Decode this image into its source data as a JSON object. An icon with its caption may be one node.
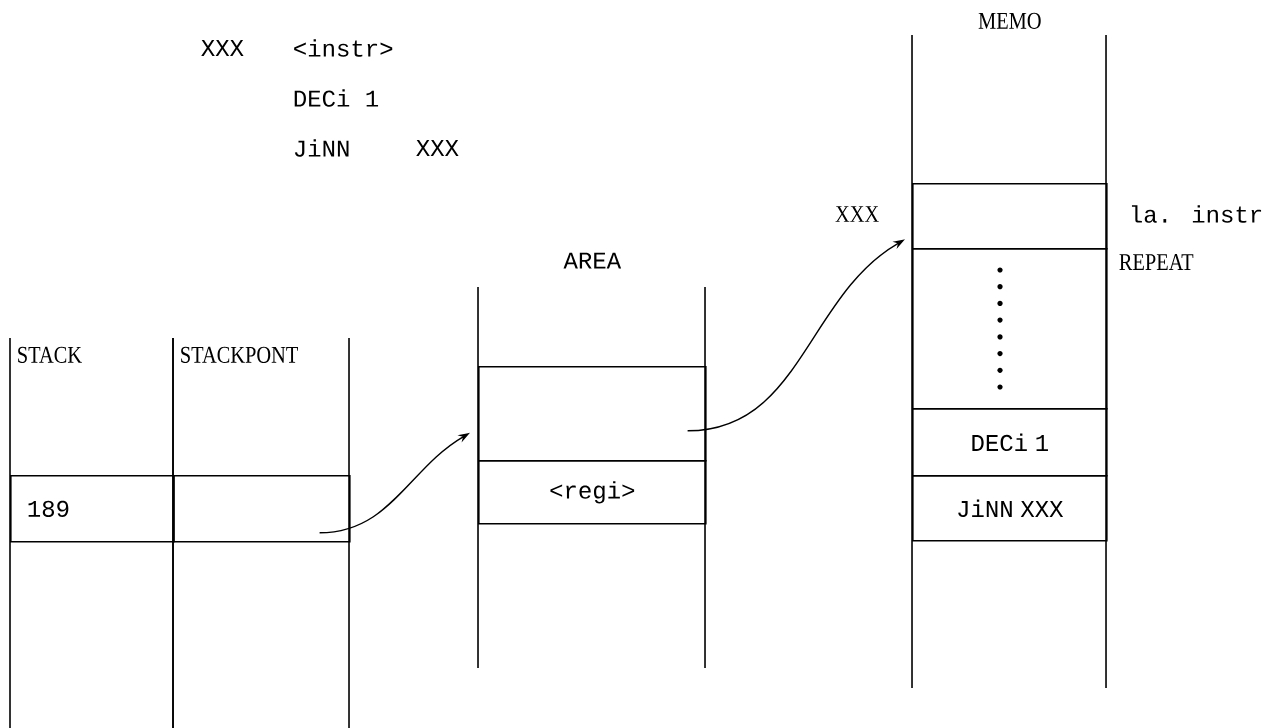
{
  "diagram": {
    "nodes": [
      {
        "text": [
          "STACK"
        ]
      },
      {
        "text": [
          "STACKPONT"
        ]
      },
      {
        "text": [
          "189"
        ],
        "in": 0
      },
      {
        "text": [],
        "shape": "box",
        "in": 1
      },
      {
        "text": [
          "AREA"
        ]
      },
      {
        "text": [],
        "shape": "box",
        "in": 4
      },
      {
        "text": [
          "<regi>"
        ],
        "in": 4
      },
      {
        "text": [
          "MEMO"
        ]
      },
      {
        "text": [],
        "shape": "box",
        "in": 7,
        "beside": [
          "XXX",
          "la. instr"
        ]
      },
      {
        "text": [],
        "shape": "box",
        "in": 7
      },
      {
        "text": [
          "DECi 1"
        ],
        "in": 7
      },
      {
        "text": [
          "JiNN XXX"
        ],
        "in": 7
      }
    ],
    "edges": [
      {
        "from": 3,
        "to": 5,
        "arrow": "to"
      },
      {
        "from": 5,
        "to": 8,
        "arrow": "to"
      }
    ],
    "labels": [
      "XXX",
      "<instr>",
      "DECi 1",
      "JiNN",
      "XXX",
      "REPEAT"
    ]
  }
}
